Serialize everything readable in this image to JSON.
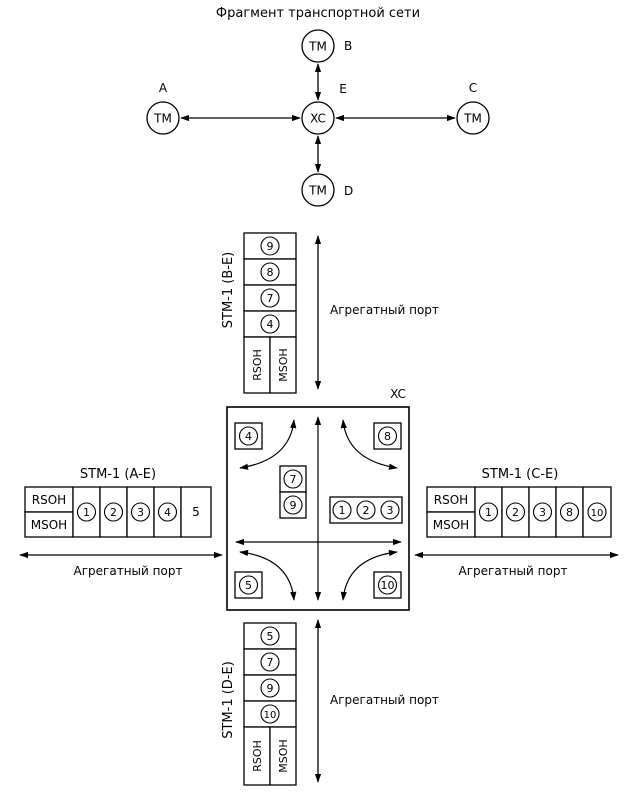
{
  "title": "Фрагмент транспортной сети",
  "network": {
    "nodes": [
      {
        "id": "A",
        "label": "TM",
        "letter": "A"
      },
      {
        "id": "B",
        "label": "TM",
        "letter": "B"
      },
      {
        "id": "C",
        "label": "TM",
        "letter": "C"
      },
      {
        "id": "D",
        "label": "TM",
        "letter": "D"
      },
      {
        "id": "E",
        "label": "XC",
        "letter": "E"
      }
    ]
  },
  "xc_label": "XC",
  "aggregate_port_label": "Агрегатный порт",
  "overhead": {
    "rsoh": "RSOH",
    "msoh": "MSOH"
  },
  "frames": {
    "top": {
      "label": "STM-1 (B-E)",
      "channels": [
        "9",
        "8",
        "7",
        "4"
      ]
    },
    "bottom": {
      "label": "STM-1 (D-E)",
      "channels": [
        "5",
        "7",
        "9",
        "10"
      ]
    },
    "left": {
      "label": "STM-1 (A-E)",
      "channels": [
        "1",
        "2",
        "3",
        "4",
        "5"
      ]
    },
    "right": {
      "label": "STM-1 (C-E)",
      "channels": [
        "1",
        "2",
        "3",
        "8",
        "10"
      ]
    }
  },
  "xc_contents": {
    "top_left": "4",
    "top_right": "8",
    "bottom_left": "5",
    "bottom_right": "10",
    "center_pair": [
      "7",
      "9"
    ],
    "right_group": [
      "1",
      "2",
      "3"
    ]
  }
}
